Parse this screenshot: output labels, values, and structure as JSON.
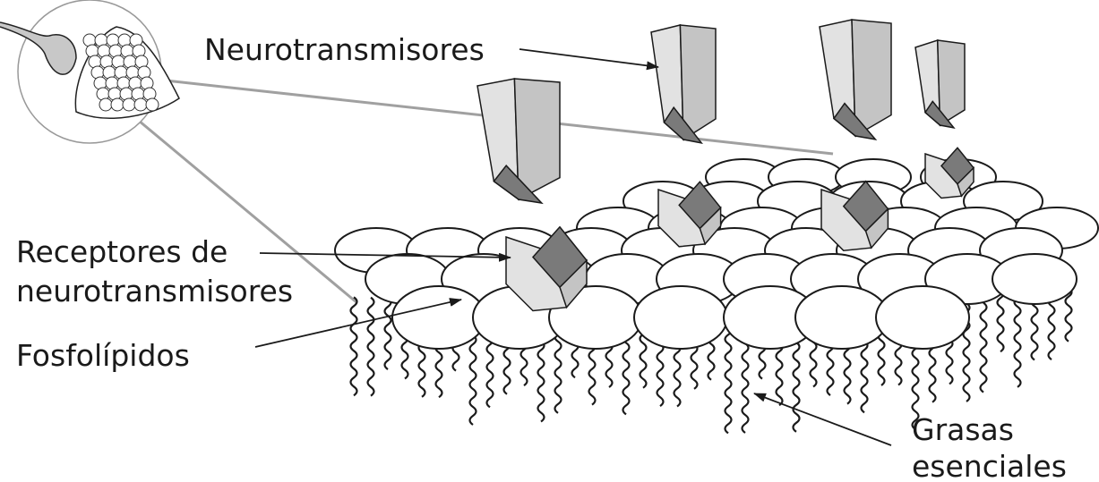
{
  "labels": {
    "neurotransmitters": "Neurotransmisores",
    "receptors_line1": "Receptores de",
    "receptors_line2": "neurotransmisores",
    "phospholipids": "Fosfolípidos",
    "fats_line1": "Grasas",
    "fats_line2": "esenciales"
  },
  "colors": {
    "line": "#1a1a1a",
    "pointer": "#a0a0a0",
    "prism_light": "#e2e2e2",
    "prism_mid": "#c4c4c4",
    "prism_dark": "#7a7a7a"
  }
}
